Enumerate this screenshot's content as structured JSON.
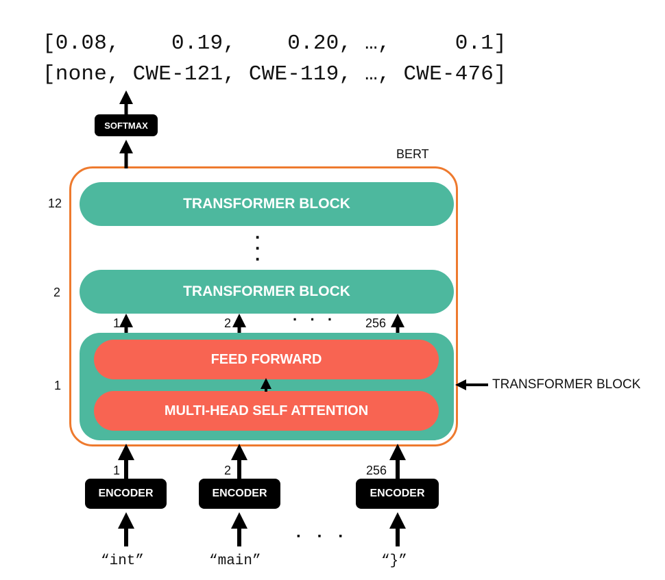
{
  "output": {
    "probabilities_line": "[0.08,    0.19,    0.20, …,     0.1]",
    "labels_line": "[none, CWE-121, CWE-119, …, CWE-476]"
  },
  "softmax_label": "SOFTMAX",
  "bert": {
    "label": "BERT",
    "layers": [
      {
        "index": "12",
        "label": "TRANSFORMER BLOCK"
      },
      {
        "index": "2",
        "label": "TRANSFORMER BLOCK"
      },
      {
        "index": "1",
        "feed_forward_label": "FEED FORWARD",
        "attention_label": "MULTI-HEAD SELF ATTENTION"
      }
    ],
    "vertical_ellipsis": "·\n·\n·",
    "top_position_labels": [
      "1",
      "2",
      "256"
    ],
    "top_ellipsis": "· · ·"
  },
  "transformer_block_callout": "TRANSFORMER BLOCK",
  "encoders": [
    {
      "label": "ENCODER",
      "position": "1",
      "token": "“int”"
    },
    {
      "label": "ENCODER",
      "position": "2",
      "token": "“main”"
    },
    {
      "label": "ENCODER",
      "position": "256",
      "token": "“}”"
    }
  ],
  "bottom_ellipsis": "· · ·",
  "colors": {
    "bert_border": "#EE7A2E",
    "transformer_block": "#4DB89E",
    "sublayer": "#F86452",
    "encoder_box": "#000000"
  }
}
